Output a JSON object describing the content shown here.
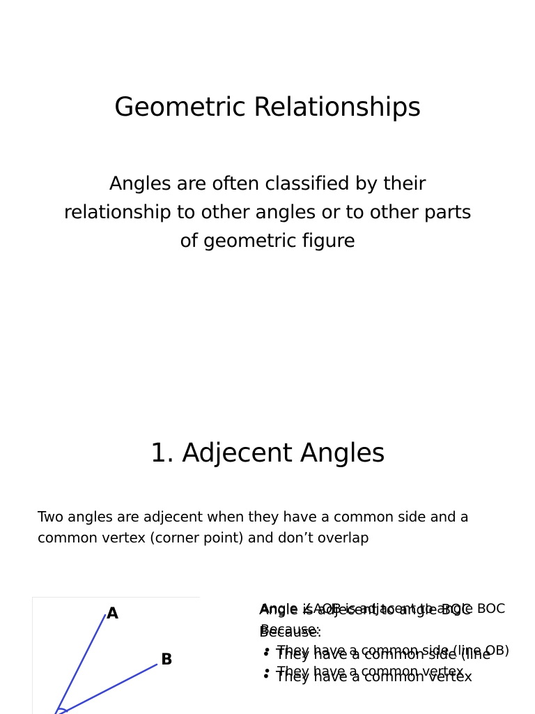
{
  "slide1": {
    "title": "Geometric Relationships",
    "subtitle": "Angles are often classified by their relationship to other angles or to other parts of geometric figure"
  },
  "slide2": {
    "title": "1. Adjecent Angles",
    "definition": "Two angles are adjecent when they have a common side and a common vertex (corner point) and don’t overlap",
    "figure": {
      "labels": [
        "A",
        "B"
      ],
      "line_color": "#3b46c8"
    },
    "explanation_layer_a": {
      "intro": "Angle is adjecent to angle BOC",
      "because": "Because:",
      "bullets": [
        "They have a common side (line",
        "They have a common vertex"
      ]
    },
    "explanation_layer_b": {
      "intro": "Angle ∠AOB is adjacent to angle BOC",
      "because": "Because:",
      "bullets": [
        "They have a common side (line OB)",
        "They have a common vertex"
      ]
    }
  }
}
